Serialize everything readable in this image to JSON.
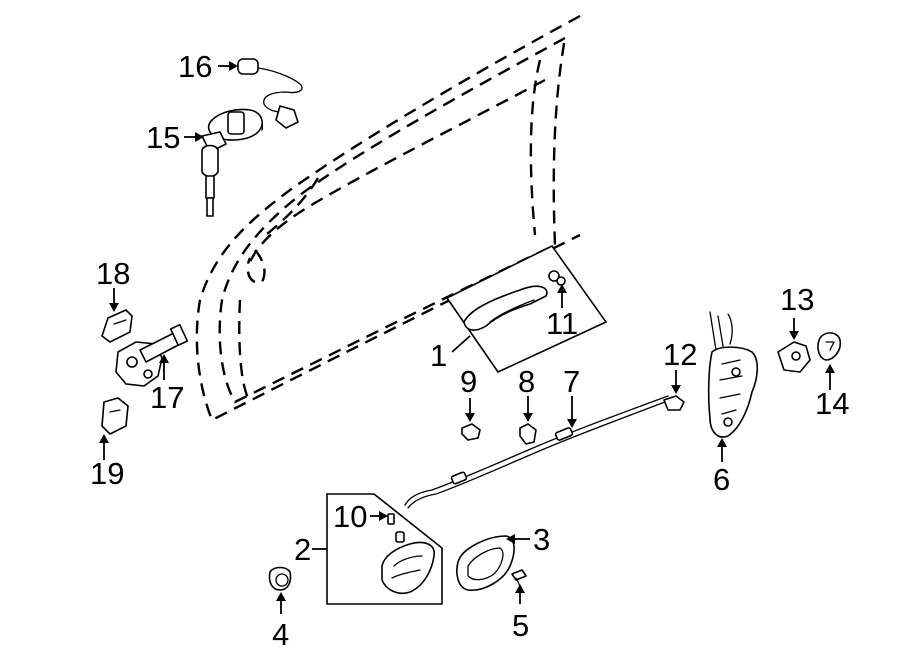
{
  "diagram": {
    "callouts": [
      {
        "id": "c1",
        "label": "1"
      },
      {
        "id": "c2",
        "label": "2"
      },
      {
        "id": "c3",
        "label": "3"
      },
      {
        "id": "c4",
        "label": "4"
      },
      {
        "id": "c5",
        "label": "5"
      },
      {
        "id": "c6",
        "label": "6"
      },
      {
        "id": "c7",
        "label": "7"
      },
      {
        "id": "c8",
        "label": "8"
      },
      {
        "id": "c9",
        "label": "9"
      },
      {
        "id": "c10",
        "label": "10"
      },
      {
        "id": "c11",
        "label": "11"
      },
      {
        "id": "c12",
        "label": "12"
      },
      {
        "id": "c13",
        "label": "13"
      },
      {
        "id": "c14",
        "label": "14"
      },
      {
        "id": "c15",
        "label": "15"
      },
      {
        "id": "c16",
        "label": "16"
      },
      {
        "id": "c17",
        "label": "17"
      },
      {
        "id": "c18",
        "label": "18"
      },
      {
        "id": "c19",
        "label": "19"
      }
    ]
  }
}
